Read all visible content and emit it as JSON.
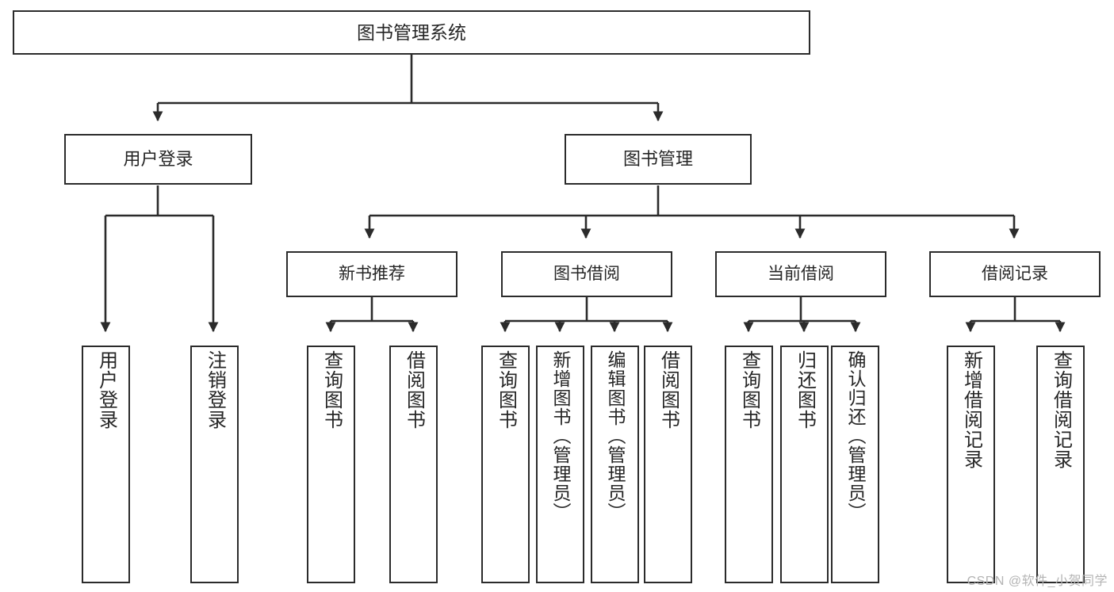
{
  "diagram": {
    "title": "图书管理系统",
    "type": "tree",
    "stroke_color": "#2b2b2b",
    "text_color": "#262626",
    "background": "#ffffff",
    "root": {
      "label": "图书管理系统"
    },
    "level2": [
      {
        "label": "用户登录"
      },
      {
        "label": "图书管理"
      }
    ],
    "level3": [
      {
        "label": "新书推荐"
      },
      {
        "label": "图书借阅"
      },
      {
        "label": "当前借阅"
      },
      {
        "label": "借阅记录"
      }
    ],
    "leaves": {
      "user_login": [
        {
          "label": "用户登录"
        },
        {
          "label": "注销登录"
        }
      ],
      "new_book_recommend": [
        {
          "label": "查询图书"
        },
        {
          "label": "借阅图书"
        }
      ],
      "book_borrow": [
        {
          "label": "查询图书"
        },
        {
          "label": "新增图书（管理员）"
        },
        {
          "label": "编辑图书（管理员）"
        },
        {
          "label": "借阅图书"
        }
      ],
      "current_borrow": [
        {
          "label": "查询图书"
        },
        {
          "label": "归还图书"
        },
        {
          "label": "确认归还（管理员）"
        }
      ],
      "borrow_record": [
        {
          "label": "新增借阅记录"
        },
        {
          "label": "查询借阅记录"
        }
      ]
    }
  },
  "watermark": {
    "text": "CSDN @软件_小贺同学"
  }
}
